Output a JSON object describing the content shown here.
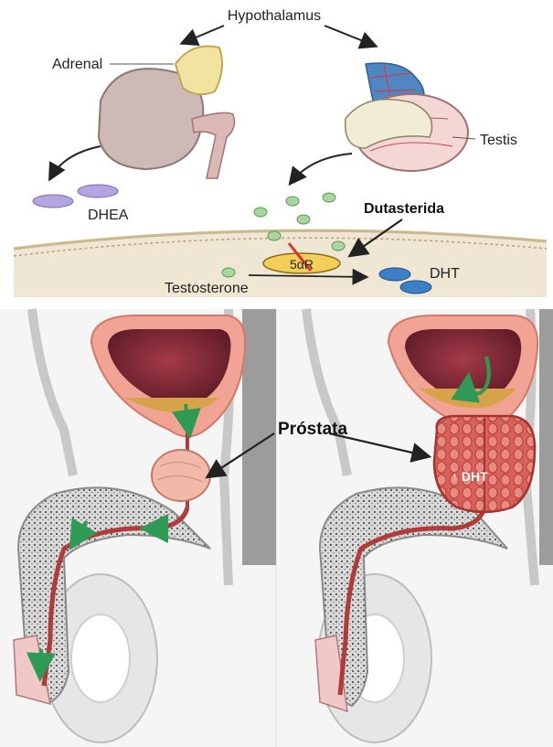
{
  "top_panel": {
    "hypothalamus": "Hypothalamus",
    "adrenal": "Adrenal",
    "testis": "Testis",
    "dhea": "DHEA",
    "enzyme": "5αR",
    "dht": "DHT",
    "testosterone": "Testosterone",
    "drug": "Dutasterida"
  },
  "bottom_panel": {
    "prostate_label": "Próstata",
    "dht_increase": "↑ DHT"
  },
  "colors": {
    "membrane": "#efe7d4",
    "testosterone_molecule": "#a9d6a0",
    "dhea_molecule": "#b3a6e0",
    "dht_molecule": "#3d7fc4",
    "enzyme_fill": "#f3cf5a",
    "inhibition_slash": "#e0302a",
    "urine_arrow": "#2f9a56",
    "bladder_wall": "#f1a493",
    "enlarged_prostate": "#d8594f"
  }
}
